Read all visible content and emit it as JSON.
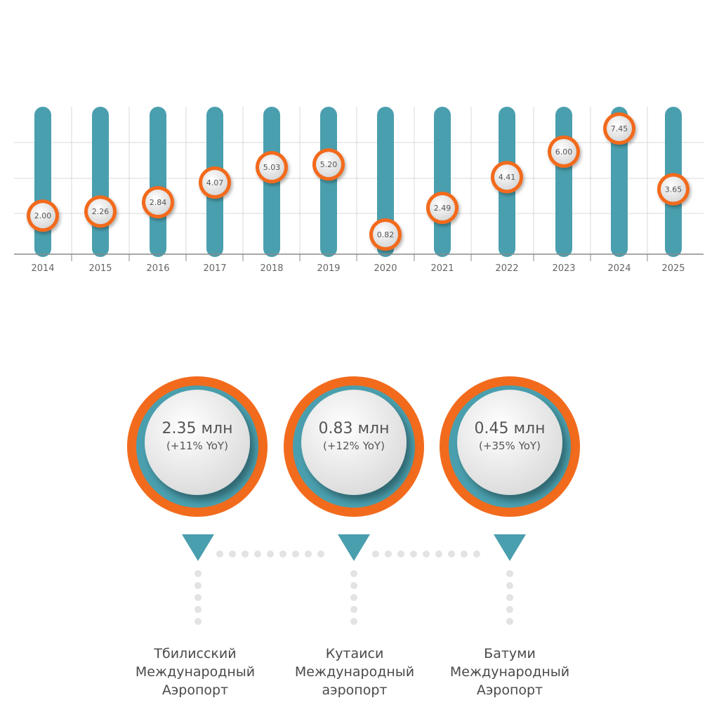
{
  "chart_data": {
    "type": "bar",
    "categories": [
      "2014",
      "2015",
      "2016",
      "2017",
      "2018",
      "2019",
      "2020",
      "2021",
      "2022",
      "2023",
      "2024",
      "2025"
    ],
    "values": [
      2.0,
      2.26,
      2.84,
      4.07,
      5.03,
      5.2,
      0.82,
      2.49,
      4.41,
      6.0,
      7.45,
      3.65
    ],
    "value_labels": [
      "2.00",
      "2.26",
      "2.84",
      "4.07",
      "5.03",
      "5.20",
      "0.82",
      "2.49",
      "4.41",
      "6.00",
      "7.45",
      "3.65"
    ],
    "ylim": [
      0,
      8
    ],
    "grid": true,
    "colors": {
      "bar": "#4a9fae",
      "marker_ring": "#f26b1d",
      "marker_fill": "#f2f2f2",
      "grid": "#d9d9d9"
    }
  },
  "airports": [
    {
      "value": "2.35 млн",
      "growth": "(+11% YoY)",
      "name_lines": [
        "Тбилисский",
        "Международный",
        "Аэропорт"
      ]
    },
    {
      "value": "0.83 млн",
      "growth": "(+12% YoY)",
      "name_lines": [
        "Кутаиси",
        "Международный",
        "аэропорт"
      ]
    },
    {
      "value": "0.45 млн",
      "growth": "(+35% YoY)",
      "name_lines": [
        "Батуми",
        "Международный",
        "Аэропорт"
      ]
    }
  ],
  "colors": {
    "orange": "#f26b1d",
    "teal": "#4a9fae",
    "dots": "#e3e3e3"
  }
}
